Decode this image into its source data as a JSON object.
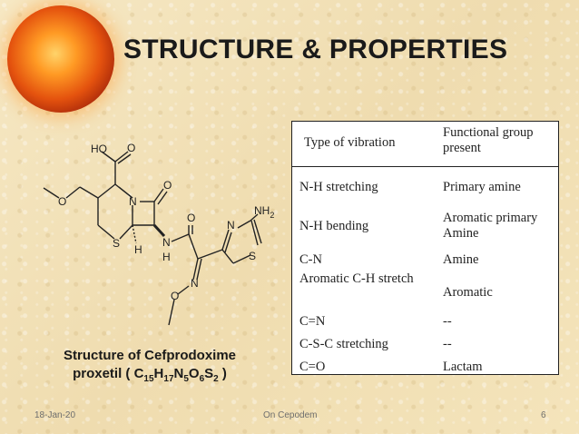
{
  "slide": {
    "title": "STRUCTURE & PROPERTIES",
    "caption_line1": "Structure of Cefprodoxime",
    "caption_line2_prefix": "proxetil  ( C",
    "formula": [
      {
        "el": "",
        "sub": "15"
      },
      {
        "el": "H",
        "sub": "17"
      },
      {
        "el": "N",
        "sub": "5"
      },
      {
        "el": "O",
        "sub": "6"
      },
      {
        "el": "S",
        "sub": "2"
      }
    ],
    "caption_line2_suffix": " )"
  },
  "molecule_labels": {
    "ho": "HO",
    "o_acid": "O",
    "o_ether": "O",
    "o_lactam": "O",
    "n_ring": "N",
    "s_ring": "S",
    "h1": "H",
    "n_amide": "N",
    "h2": "H",
    "o_amide": "O",
    "n_thiazole": "N",
    "nh2": "NH",
    "nh2_sub": "2",
    "s_thiazole": "S",
    "n_oxime": "N",
    "o_oxime": "O"
  },
  "table": {
    "headers": [
      "Type of vibration",
      "Functional group present"
    ],
    "rows": [
      {
        "vibration": "N-H stretching",
        "group": "Primary amine"
      },
      {
        "vibration": "N-H bending",
        "group": "Aromatic primary Amine"
      },
      {
        "vibration": "C-N",
        "group": "Amine"
      },
      {
        "vibration": "Aromatic C-H stretch",
        "group": "Aromatic"
      },
      {
        "vibration": "C=N",
        "group": "--"
      },
      {
        "vibration": "C-S-C stretching",
        "group": "--"
      },
      {
        "vibration": "C=O",
        "group": "Lactam"
      }
    ]
  },
  "footer": {
    "date": "18-Jan-20",
    "center": "On Cepodem",
    "page": "6"
  }
}
